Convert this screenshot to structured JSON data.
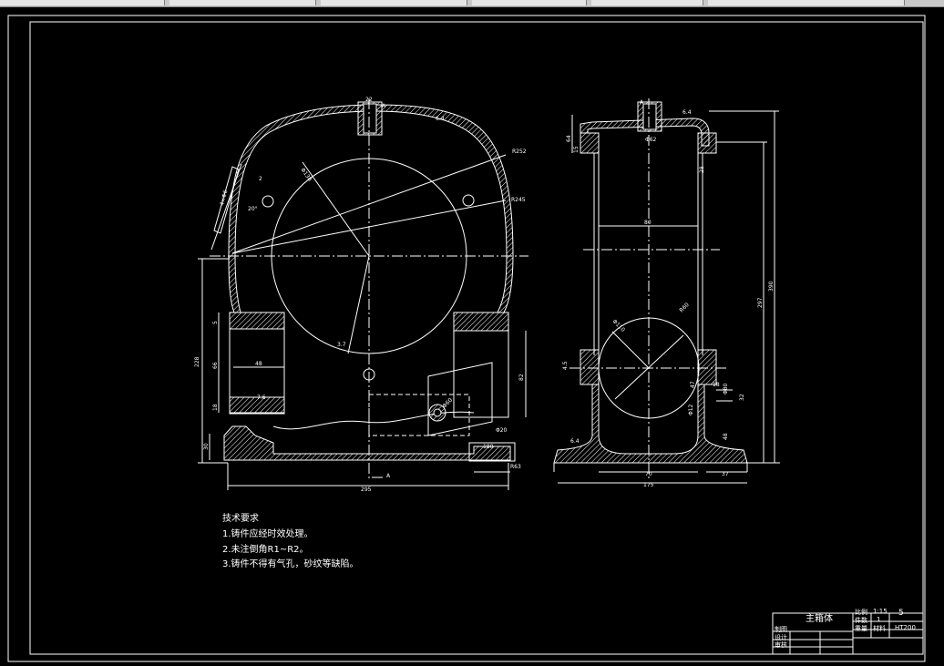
{
  "tech": {
    "title": "技术要求",
    "items": [
      "1.铸件应经时效处理。",
      "2.未注倒角R1~R2。",
      "3.铸件不得有气孔，砂纹等缺陷。"
    ]
  },
  "titleblock": {
    "part_name": "主箱体",
    "scale_label": "比例",
    "scale": "1:15",
    "qty_label": "件数",
    "qty": "1",
    "weight_label": "重量",
    "material_label": "材料",
    "material": "HT200",
    "sheet_no": "5",
    "drawn_label": "制图",
    "design_label": "设计",
    "check_label": "审核"
  },
  "front": {
    "dims": {
      "top_width": "22",
      "section_mark": "A",
      "wall": "6.4",
      "r252": "R252",
      "r245": "R245",
      "dia": "Φ138",
      "angle": "20°",
      "chamfer": "2",
      "boss": "3.7",
      "base_width": "295",
      "left_total": "228",
      "left_mid": "66",
      "left_inner": "48",
      "side_a": "5",
      "side_b": "18",
      "bottom_h": "30",
      "right_h": "82",
      "pad": "4×Φ6",
      "corner": "7.6",
      "hole_dia": "Φ60",
      "foot": "Φ20",
      "foot_w": "180",
      "foot_r": "R63",
      "section_bottom": "A"
    }
  },
  "side": {
    "dims": {
      "top_a": "A",
      "wall": "6.4",
      "top_h": "64",
      "boss_w": "Φ62",
      "flange": "15",
      "right_w": "28",
      "inner": "80",
      "total_h": "390",
      "mid_h": "297",
      "circle_d": "Φ110",
      "circle_r": "R60",
      "left_small": "4.5",
      "right_pad": "47",
      "bore": "Φ80",
      "right_r": "32",
      "right_h": "48",
      "foot_l": "6.4",
      "base": "175",
      "base_in": "70",
      "base_r": "37",
      "detail": "18",
      "d_hole": "Φ12"
    }
  }
}
